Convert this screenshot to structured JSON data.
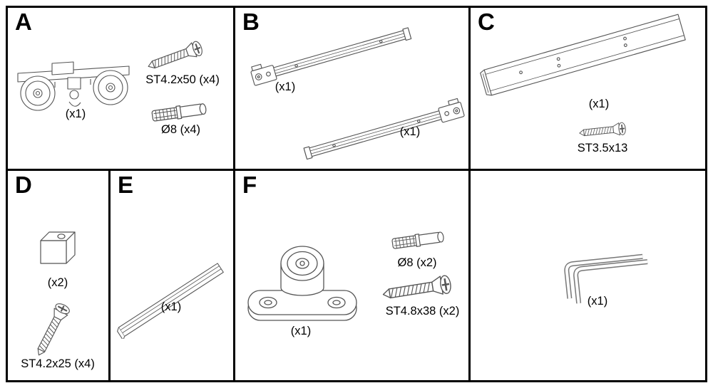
{
  "panels": {
    "a": {
      "letter": "A",
      "carriage_qty": "(x1)",
      "screw_label": "ST4.2x50 (x4)",
      "plug_label": "Ø8 (x4)"
    },
    "b": {
      "letter": "B",
      "rail1_qty": "(x1)",
      "rail2_qty": "(x1)"
    },
    "c": {
      "letter": "C",
      "rail_qty": "(x1)",
      "screw_label": "ST3.5x13"
    },
    "d": {
      "letter": "D",
      "stopper_qty": "(x2)",
      "screw_label": "ST4.2x25 (x4)"
    },
    "e": {
      "letter": "E",
      "profile_qty": "(x1)"
    },
    "f": {
      "letter": "F",
      "guide_qty": "(x1)",
      "plug_label": "Ø8 (x2)",
      "screw_label": "ST4.8x38 (x2)"
    },
    "hex": {
      "keys_qty": "(x1)"
    }
  }
}
